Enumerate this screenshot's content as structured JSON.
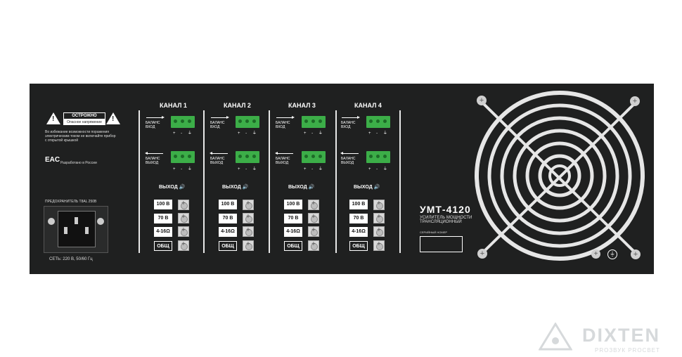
{
  "warning": {
    "title": "ОСТРОЖНО",
    "subtitle": "Опасное напряжение",
    "text_line1": "Во избежание возможности поражения",
    "text_line2": "электрическим током не включайте прибор",
    "text_line3": "с открытой крышкой"
  },
  "eac_mark": "EAC",
  "made_in": "Разработано в России",
  "fuse_label": "ПРЕДОХРАНИТЕЛЬ T8AL 250В",
  "mains_label": "СЕТЬ: 220 В, 50/60 Гц",
  "terminal_signs": "+ - ⏚",
  "channels": [
    {
      "title": "КАНАЛ 1",
      "in_l1": "БАЛАНС",
      "in_l2": "ВХОД",
      "out_l1": "БАЛАНС",
      "out_l2": "ВЫХОД",
      "output": "ВЫХОД",
      "taps": [
        "100 В",
        "70 В",
        "4-16Ω",
        "ОБЩ"
      ]
    },
    {
      "title": "КАНАЛ 2",
      "in_l1": "БАЛАНС",
      "in_l2": "ВХОД",
      "out_l1": "БАЛАНС",
      "out_l2": "ВЫХОД",
      "output": "ВЫХОД",
      "taps": [
        "100 В",
        "70 В",
        "4-16Ω",
        "ОБЩ"
      ]
    },
    {
      "title": "КАНАЛ 3",
      "in_l1": "БАЛАНС",
      "in_l2": "ВХОД",
      "out_l1": "БАЛАНС",
      "out_l2": "ВЫХОД",
      "output": "ВЫХОД",
      "taps": [
        "100 В",
        "70 В",
        "4-16Ω",
        "ОБЩ"
      ]
    },
    {
      "title": "КАНАЛ 4",
      "in_l1": "БАЛАНС",
      "in_l2": "ВХОД",
      "out_l1": "БАЛАНС",
      "out_l2": "ВЫХОД",
      "output": "ВЫХОД",
      "taps": [
        "100 В",
        "70 В",
        "4-16Ω",
        "ОБЩ"
      ]
    }
  ],
  "model": {
    "name": "УМТ-4120",
    "desc1": "УСИЛИТЕЛЬ МОЩНОСТИ",
    "desc2": "ТРАНСЛЯЦИОННЫЙ",
    "serial_label": "СЕРИЙНЫЙ НОМЕР"
  },
  "watermark": {
    "brand": "DIXTEN",
    "tagline": "PROЗВУК PROСВЕТ"
  },
  "colors": {
    "panel": "#1f2020",
    "terminal": "#3cae48"
  }
}
